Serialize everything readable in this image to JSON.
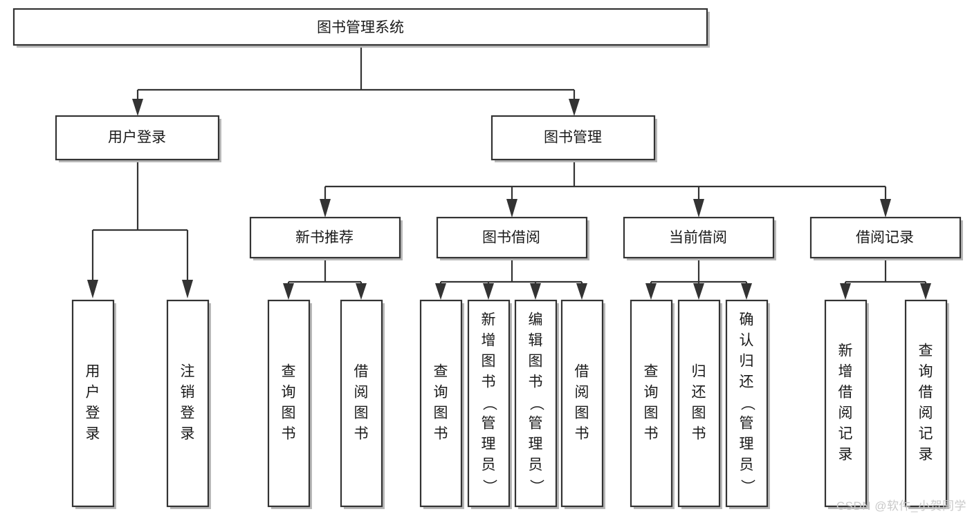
{
  "diagram": {
    "title": "图书管理系统",
    "type": "hierarchy-tree",
    "orientation": "top-down",
    "levels": 4,
    "root": {
      "id": "root",
      "label": "图书管理系统",
      "text_orientation": "horizontal"
    },
    "level2": [
      {
        "id": "user-login",
        "label": "用户登录",
        "text_orientation": "horizontal"
      },
      {
        "id": "book-manage",
        "label": "图书管理",
        "text_orientation": "horizontal"
      }
    ],
    "level3": [
      {
        "id": "new-book-recommend",
        "label": "新书推荐",
        "parent": "book-manage",
        "text_orientation": "horizontal"
      },
      {
        "id": "book-borrow",
        "label": "图书借阅",
        "parent": "book-manage",
        "text_orientation": "horizontal"
      },
      {
        "id": "current-borrow",
        "label": "当前借阅",
        "parent": "book-manage",
        "text_orientation": "horizontal"
      },
      {
        "id": "borrow-record",
        "label": "借阅记录",
        "parent": "book-manage",
        "text_orientation": "horizontal"
      }
    ],
    "leaves": [
      {
        "id": "leaf-user-login",
        "label": "用户登录",
        "parent": "user-login",
        "chars": [
          "用",
          "户",
          "登",
          "录"
        ]
      },
      {
        "id": "leaf-logout",
        "label": "注销登录",
        "parent": "user-login",
        "chars": [
          "注",
          "销",
          "登",
          "录"
        ]
      },
      {
        "id": "leaf-query-book-1",
        "label": "查询图书",
        "parent": "new-book-recommend",
        "chars": [
          "查",
          "询",
          "图",
          "书"
        ]
      },
      {
        "id": "leaf-borrow-book-1",
        "label": "借阅图书",
        "parent": "new-book-recommend",
        "chars": [
          "借",
          "阅",
          "图",
          "书"
        ]
      },
      {
        "id": "leaf-query-book-2",
        "label": "查询图书",
        "parent": "book-borrow",
        "chars": [
          "查",
          "询",
          "图",
          "书"
        ]
      },
      {
        "id": "leaf-add-book",
        "label": "新增图书（管理员）",
        "parent": "book-borrow",
        "chars": [
          "新",
          "增",
          "图",
          "书",
          "（",
          "管",
          "理",
          "员",
          "）"
        ]
      },
      {
        "id": "leaf-edit-book",
        "label": "编辑图书（管理员）",
        "parent": "book-borrow",
        "chars": [
          "编",
          "辑",
          "图",
          "书",
          "（",
          "管",
          "理",
          "员",
          "）"
        ]
      },
      {
        "id": "leaf-borrow-book-2",
        "label": "借阅图书",
        "parent": "book-borrow",
        "chars": [
          "借",
          "阅",
          "图",
          "书"
        ]
      },
      {
        "id": "leaf-query-book-3",
        "label": "查询图书",
        "parent": "current-borrow",
        "chars": [
          "查",
          "询",
          "图",
          "书"
        ]
      },
      {
        "id": "leaf-return-book",
        "label": "归还图书",
        "parent": "current-borrow",
        "chars": [
          "归",
          "还",
          "图",
          "书"
        ]
      },
      {
        "id": "leaf-confirm-return",
        "label": "确认归还（管理员）",
        "parent": "current-borrow",
        "chars": [
          "确",
          "认",
          "归",
          "还",
          "（",
          "管",
          "理",
          "员",
          "）"
        ]
      },
      {
        "id": "leaf-add-record",
        "label": "新增借阅记录",
        "parent": "borrow-record",
        "chars": [
          "新",
          "增",
          "借",
          "阅",
          "记",
          "录"
        ]
      },
      {
        "id": "leaf-query-record",
        "label": "查询借阅记录",
        "parent": "borrow-record",
        "chars": [
          "查",
          "询",
          "借",
          "阅",
          "记",
          "录"
        ]
      }
    ],
    "colors": {
      "box_fill": "#ffffff",
      "box_stroke": "#333333",
      "text": "#1a1a1a",
      "connector": "#333333",
      "background": "#ffffff",
      "watermark": "#c9c9c9"
    }
  },
  "watermark": {
    "text": "CSDN @软件_小贺同学"
  }
}
